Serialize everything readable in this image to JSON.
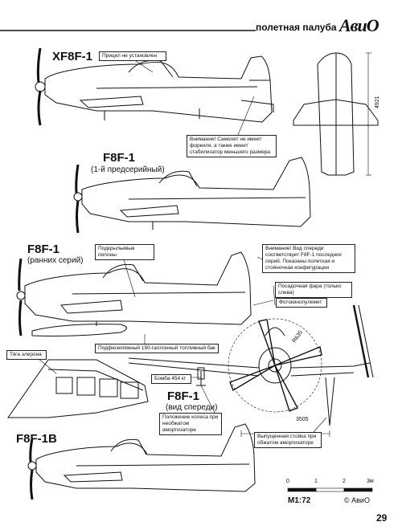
{
  "header": {
    "section": "полетная палуба",
    "logo": "АвиО"
  },
  "aircraft": {
    "xf8f1": {
      "model": "XF8F-1",
      "dimension": "4921"
    },
    "f8f1_pre": {
      "model": "F8F-1",
      "sub": "(1-й предсерийный)"
    },
    "f8f1_early": {
      "model": "F8F-1",
      "sub": "(ранних серий)"
    },
    "f8f1_front": {
      "model": "F8F-1",
      "sub": "(вид спереди)",
      "dim_span": "3505",
      "dim_radius": "R635"
    },
    "f8f1b": {
      "model": "F8F-1B"
    }
  },
  "callouts": {
    "sight": "Прицел не установлен",
    "fork_note": "Внимание! Самолет не имеет форкиля, а также имеет стабилизатор меньшего размера",
    "pylons": "Подкрыльевые пилоны",
    "front_note": "Внимание! Вид спереди соответствует F8F-1 последних серий. Показаны полетная и стояночная конфигурации",
    "landing_light": "Посадочная фара (только слева)",
    "gun_camera": "Фотокинопулемет",
    "tank": "Подфюзеляжный 150-галлонный топливный бак",
    "aileron": "Тяга элерона",
    "bomb": "Бомба 454 кг",
    "wheel_pos": "Положение колеса при необжатом амортизаторе",
    "strut": "Выпущенная стойка при обжатом амортизаторе"
  },
  "scale": {
    "ratio": "М1:72",
    "ticks": [
      "0",
      "1",
      "2",
      "3м"
    ],
    "copyright": "© АвиО"
  },
  "page": {
    "number": "29"
  }
}
